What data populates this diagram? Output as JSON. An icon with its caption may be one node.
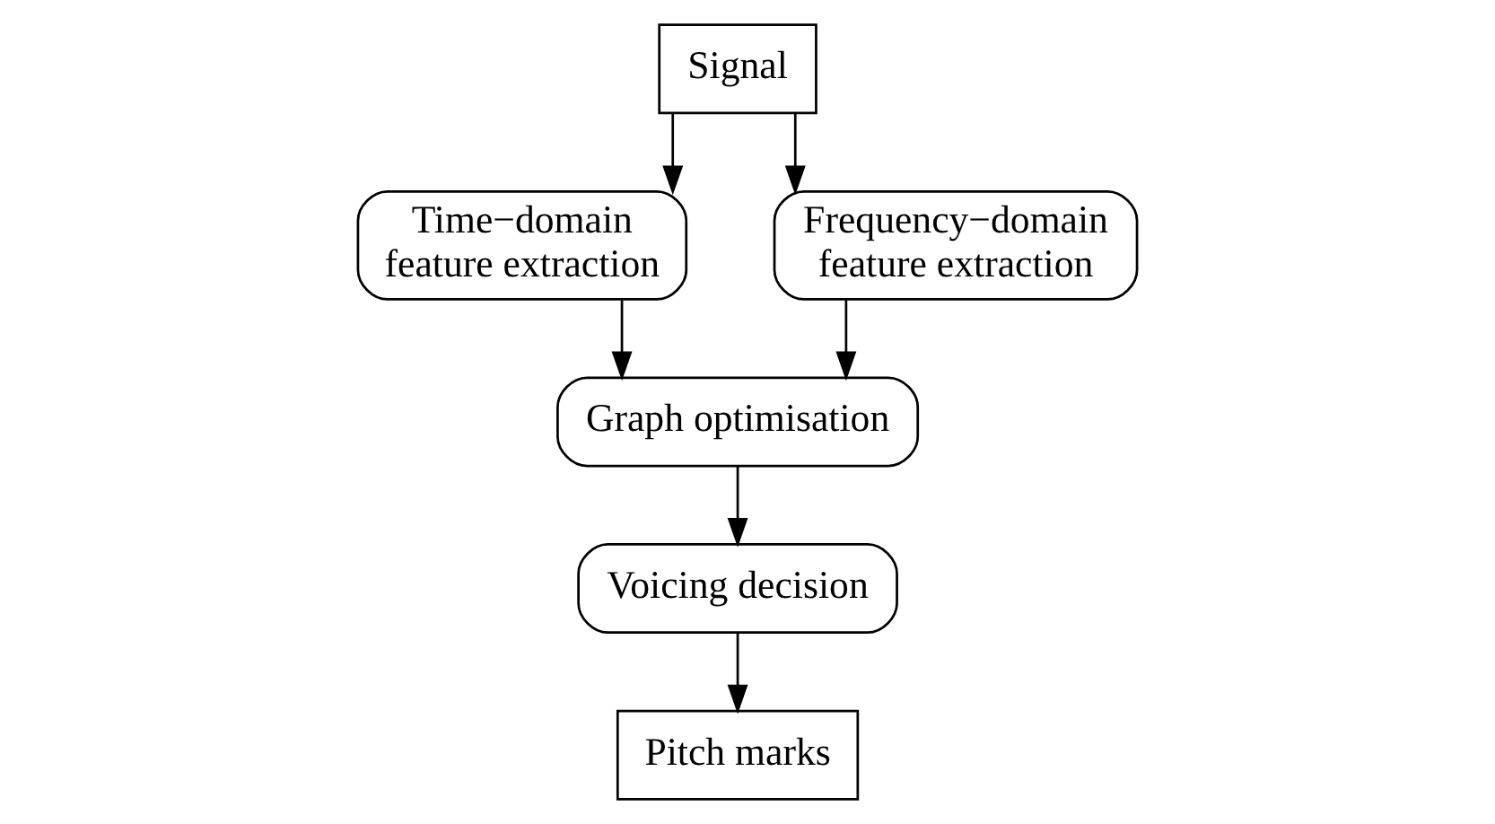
{
  "diagram": {
    "nodes": [
      {
        "text": [
          "Signal"
        ]
      },
      {
        "text": [
          "Time−domain feature extraction"
        ]
      },
      {
        "text": [
          "Frequency−domain feature extraction"
        ]
      },
      {
        "text": [
          "Graph optimisation"
        ]
      },
      {
        "text": [
          "Voicing decision"
        ]
      },
      {
        "text": [
          "Pitch marks"
        ]
      }
    ],
    "edges": [
      {
        "from": 0,
        "to": 1,
        "arrow": "to"
      },
      {
        "from": 0,
        "to": 2,
        "arrow": "to"
      },
      {
        "from": 1,
        "to": 3,
        "arrow": "to"
      },
      {
        "from": 2,
        "to": 3,
        "arrow": "to"
      },
      {
        "from": 3,
        "to": 4,
        "arrow": "to"
      },
      {
        "from": 4,
        "to": 5,
        "arrow": "to"
      }
    ]
  }
}
